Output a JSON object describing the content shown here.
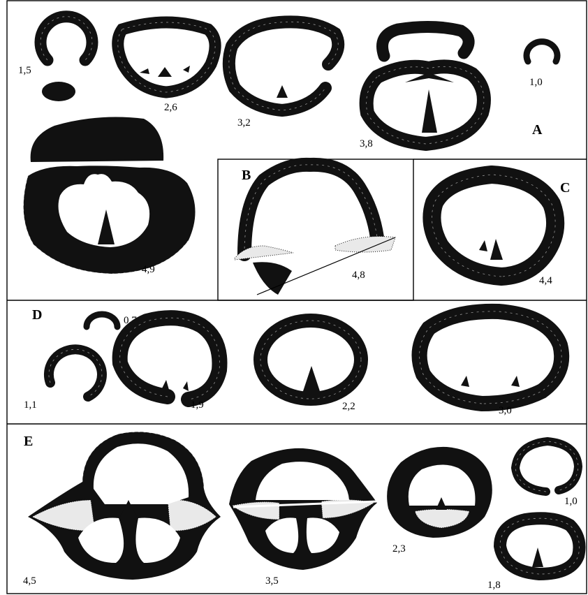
{
  "panels": {
    "A": {
      "label": "A",
      "sections": [
        {
          "id": "a1",
          "size": "1,5"
        },
        {
          "id": "a2",
          "size": "2,6"
        },
        {
          "id": "a3",
          "size": "3,2"
        },
        {
          "id": "a4",
          "size": "3,8"
        },
        {
          "id": "a5",
          "size": "1,0"
        },
        {
          "id": "a6",
          "size": "4,9"
        }
      ]
    },
    "B": {
      "label": "B",
      "sections": [
        {
          "id": "b1",
          "size": "4,8"
        }
      ]
    },
    "C": {
      "label": "C",
      "sections": [
        {
          "id": "c1",
          "size": "4,4"
        }
      ]
    },
    "D": {
      "label": "D",
      "sections": [
        {
          "id": "d1",
          "size": "0,7"
        },
        {
          "id": "d2",
          "size": "1,1"
        },
        {
          "id": "d3",
          "size": "1,9"
        },
        {
          "id": "d4",
          "size": "2,2"
        },
        {
          "id": "d5",
          "size": "3,0"
        }
      ]
    },
    "E": {
      "label": "E",
      "sections": [
        {
          "id": "e1",
          "size": "4,5"
        },
        {
          "id": "e2",
          "size": "3,5"
        },
        {
          "id": "e3",
          "size": "2,3"
        },
        {
          "id": "e4",
          "size": "1,0"
        },
        {
          "id": "e5",
          "size": "1,8"
        }
      ]
    }
  }
}
